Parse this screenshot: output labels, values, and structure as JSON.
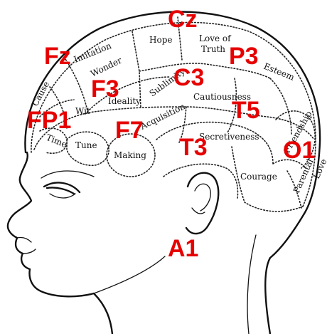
{
  "colors": {
    "label_red": "#e60000",
    "ink": "#111111",
    "background": "#ffffff"
  },
  "regions": {
    "hope": "Hope",
    "love_of_truth": "Love of Truth",
    "love_of": "Love of",
    "truth": "Truth",
    "imitation": "Imitation",
    "wonder": "Wonder",
    "ideality": "Ideality",
    "sublimity": "Sublimity",
    "cautiousness": "Cautiousness",
    "self_esteem": "Esteem",
    "cause": "Cause",
    "wit": "Wit",
    "time": "Time",
    "tune": "Tune",
    "making": "Making",
    "acquisition": "Acquisition",
    "secretiveness": "Secretiveness",
    "friendship": "Friendship",
    "courage": "Courage",
    "parental_love": "Parental Love",
    "parental": "Parental",
    "love": "Love"
  },
  "electrodes": {
    "cz": "Cz",
    "fz": "Fz",
    "p3": "P3",
    "f3": "F3",
    "c3": "C3",
    "t5": "T5",
    "fp1": "FP1",
    "f7": "F7",
    "t3": "T3",
    "o1": "O1",
    "a1": "A1"
  }
}
